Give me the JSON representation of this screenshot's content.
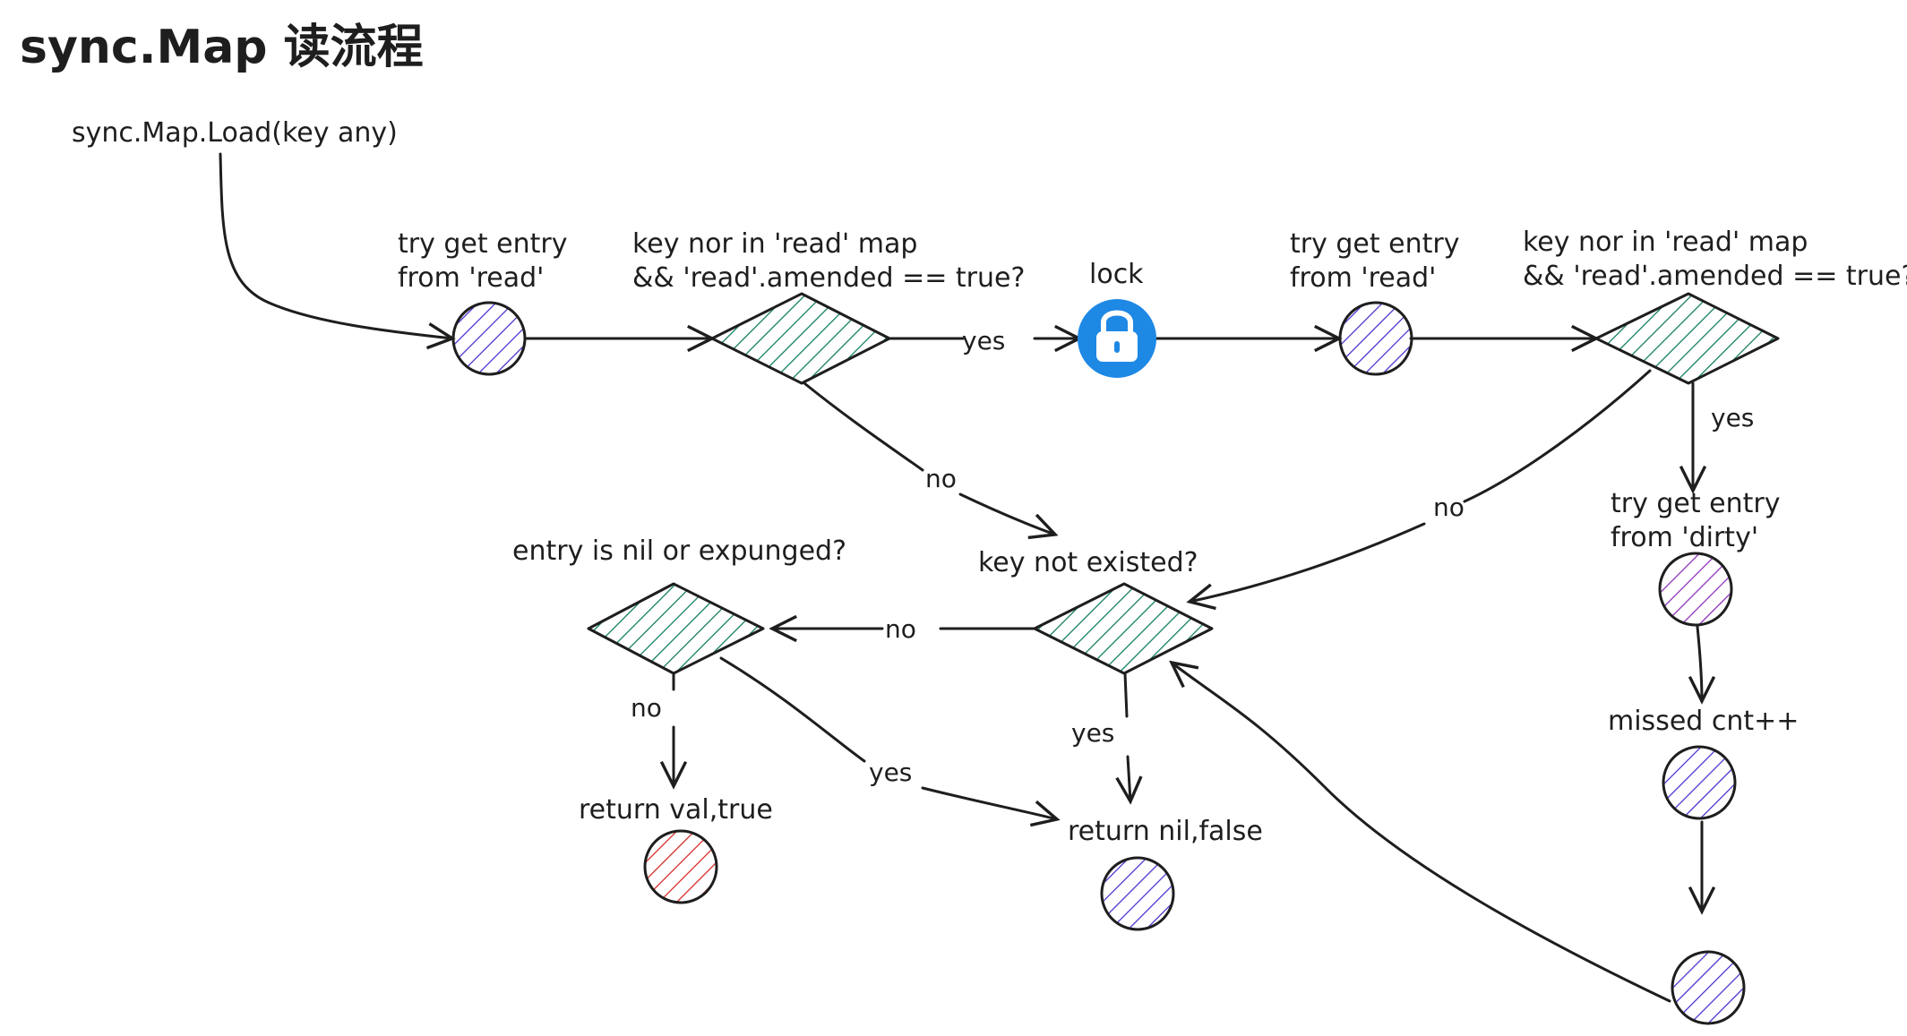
{
  "title": "sync.Map 读流程",
  "entry_label": "sync.Map.Load(key any)",
  "nodes": {
    "try_read_1": "try get entry\nfrom 'read'",
    "check_1": "key nor in 'read' map\n&& 'read'.amended == true?",
    "lock": "lock",
    "try_read_2": "try get entry\nfrom 'read'",
    "check_2": "key nor in 'read' map\n&& 'read'.amended == true?",
    "try_dirty": "try get entry\nfrom 'dirty'",
    "missed": "missed cnt++",
    "key_not_existed": "key not existed?",
    "entry_nil": "entry is nil or expunged?",
    "return_val": "return val,true",
    "return_nil": "return nil,false"
  },
  "edge_labels": {
    "yes_lock": "yes",
    "no_check1": "no",
    "no_check2": "no",
    "yes_check2": "yes",
    "no_existed": "no",
    "yes_existed": "yes",
    "no_entry": "no",
    "yes_entry": "yes"
  },
  "colors": {
    "stroke": "#1e1e1e",
    "hatch_blue": "#4a2ccf",
    "hatch_green": "#0b7a5c",
    "hatch_purple": "#8a2bb5",
    "hatch_red": "#d62424",
    "lock_blue": "#1e88e5"
  },
  "icons": {
    "lock": "lock-icon"
  }
}
